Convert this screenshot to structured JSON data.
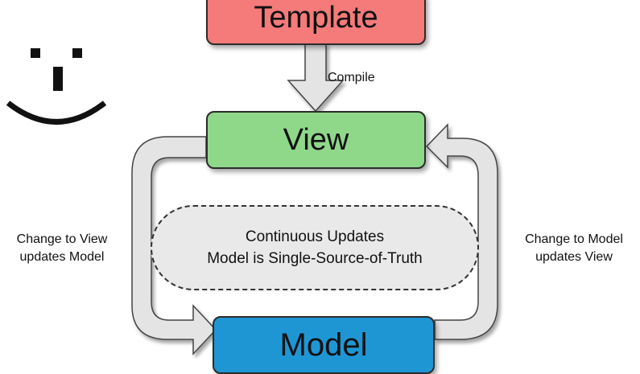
{
  "boxes": {
    "template": "Template",
    "view": "View",
    "model": "Model"
  },
  "arrows": {
    "compile": "Compile",
    "view_to_model": [
      "Change to View",
      "updates Model"
    ],
    "model_to_view": [
      "Change to Model",
      "updates View"
    ]
  },
  "center": {
    "line1": "Continuous Updates",
    "line2": "Model is Single-Source-of-Truth"
  },
  "colors": {
    "template": "#f57a7a",
    "view": "#8fd88a",
    "model": "#1f96d4",
    "arrow_fill": "#e4e4e4",
    "pill_fill": "#e9e9e9"
  },
  "icons": [
    "smiley-face-icon"
  ]
}
